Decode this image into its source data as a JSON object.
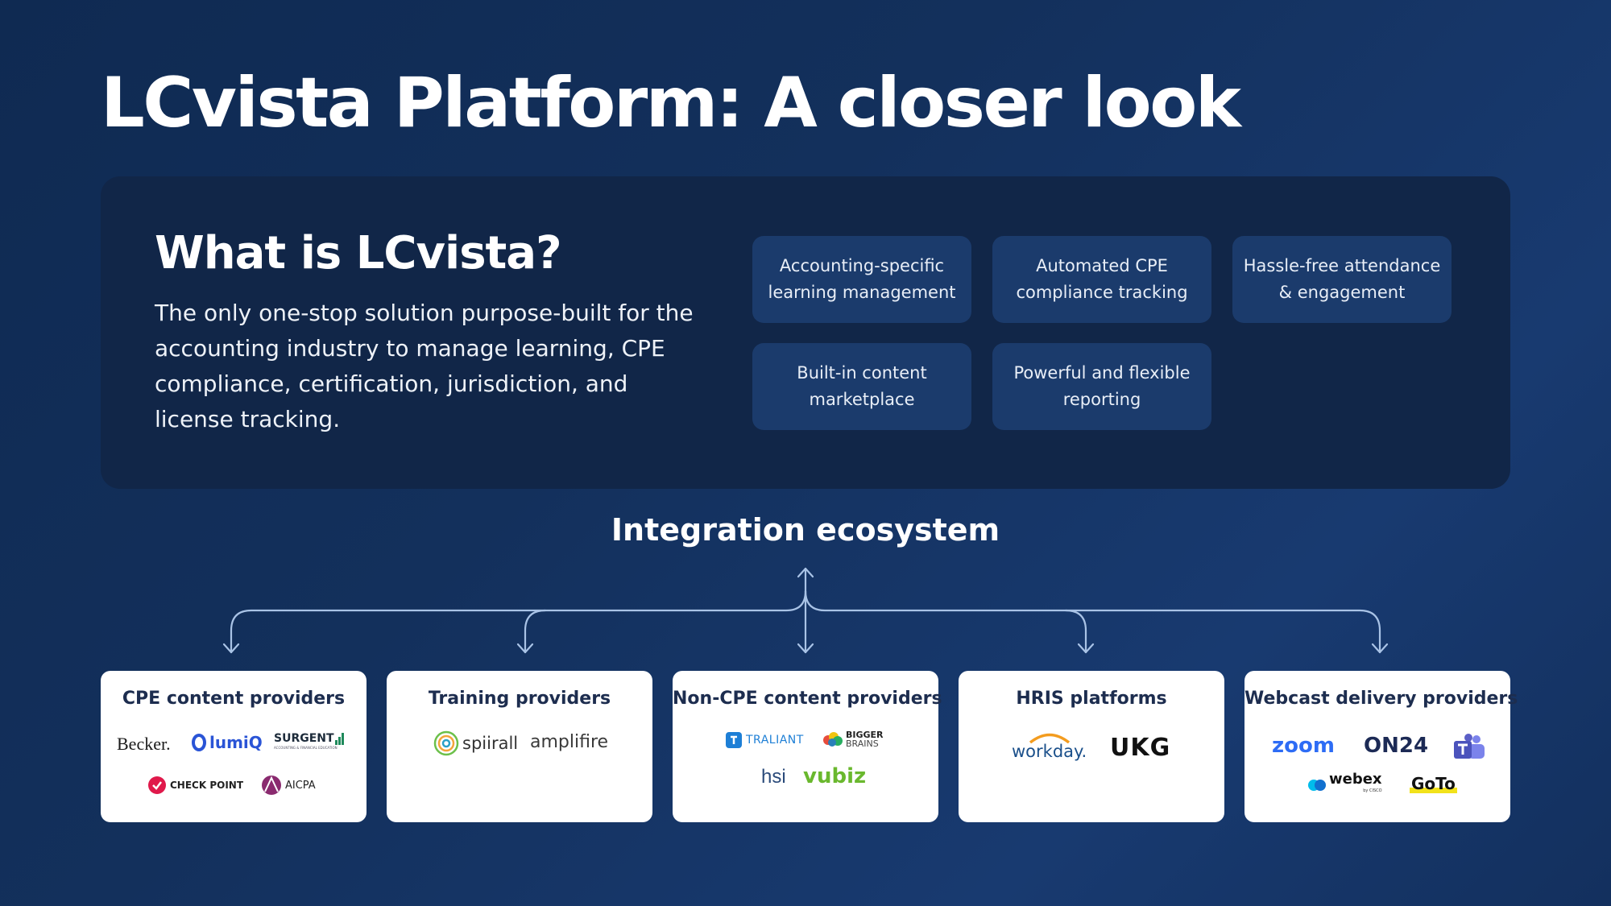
{
  "page_title": "LCvista Platform: A closer look",
  "what": {
    "title": "What is LCvista?",
    "description": "The only one-stop solution purpose-built for the accounting industry to manage learning, CPE compliance, certification, jurisdiction, and license tracking."
  },
  "features": [
    "Accounting-specific learning management",
    "Automated CPE compliance tracking",
    "Hassle-free attendance & engagement",
    "Built-in content marketplace",
    "Powerful and flexible reporting"
  ],
  "ecosystem_title": "Integration ecosystem",
  "categories": [
    {
      "title": "CPE content providers",
      "logos": [
        "Becker.",
        "lumiQ",
        "SURGENT",
        "ACCOUNTING & FINANCIAL EDUCATION",
        "CHECK POINT",
        "AICPA"
      ]
    },
    {
      "title": "Training providers",
      "logos": [
        "spiirall",
        "amplifire"
      ]
    },
    {
      "title": "Non-CPE content providers",
      "logos": [
        "TRALIANT",
        "BIGGER",
        "BRAINS",
        "hsi",
        "vubiz"
      ]
    },
    {
      "title": "HRIS platforms",
      "logos": [
        "workday.",
        "UKG"
      ]
    },
    {
      "title": "Webcast delivery providers",
      "logos": [
        "zoom",
        "ON24",
        "webex",
        "by CISCO",
        "GoTo"
      ]
    }
  ],
  "colors": {
    "background": "#13305c",
    "panel": "#112648",
    "feature_box": "#1b3b6c",
    "card": "#ffffff",
    "connector": "#a9c3e6"
  }
}
